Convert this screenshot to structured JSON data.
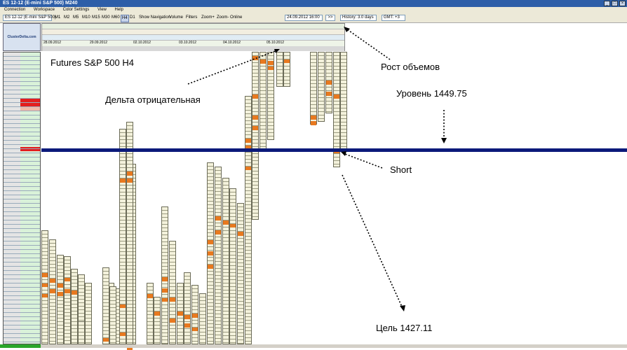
{
  "window": {
    "title": "ES 12-12 (E-mini S&P 500) M240"
  },
  "menu": [
    "Connection",
    "Workspace",
    "Color Settings",
    "View",
    "Help"
  ],
  "toolbar": {
    "instrument": "ES 12-12 (E-mini S&P 500)",
    "timeframes": [
      "M1",
      "M2",
      "M5",
      "M10",
      "M15",
      "M30",
      "M60",
      "H4",
      "D1"
    ],
    "active_timeframe": "H4",
    "items": [
      "Show Navigation",
      "Volume",
      "Filters",
      "Zoom+",
      "Zoom-",
      "Online"
    ],
    "date_value": "24.09.2012 16:00",
    "history_label": "History: 3.0 days",
    "gmt_label": "GMT: +3",
    "go_label": ">>"
  },
  "logo": {
    "text": "ClusterDelta.com"
  },
  "top_dates": [
    "28.09.2012",
    "29.09.2012",
    "02.10.2012",
    "03.10.2012",
    "04.10.2012",
    "05.10.2012"
  ],
  "annotations": {
    "title": "Futures S&P 500 H4",
    "delta": "Дельта отрицательная",
    "volume_growth": "Рост объемов",
    "level": "Уровень 1449.75",
    "short": "Short",
    "target": "Цель 1427.11"
  },
  "colors": {
    "level_line": "#0b1a7a",
    "cluster_high": "#e8791f",
    "cell_bg": "#f4f2dc",
    "ladder_volume": "#d9f2d9",
    "ladder_highlight": "#e31e1e"
  }
}
